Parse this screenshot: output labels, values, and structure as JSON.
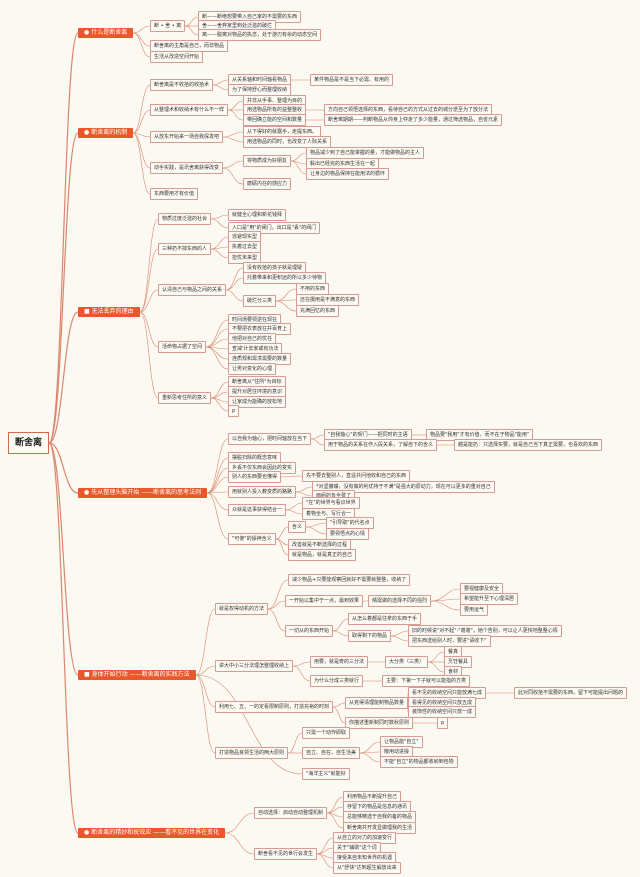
{
  "root": "断舍离",
  "nodes": [
    {
      "id": "b1",
      "text": "什么是断舍离",
      "main": true,
      "icon": "circle-icon"
    },
    {
      "id": "b1a",
      "text": "断 • 舍 • 离"
    },
    {
      "id": "b1a1",
      "text": "断——断绝想要带入自己家的不需要的东西"
    },
    {
      "id": "b1a2",
      "text": "舍——舍弃家里到处泛滥的破烂"
    },
    {
      "id": "b1a3",
      "text": "离——脱离对物品的执念，处于游刃有余的动态空间"
    },
    {
      "id": "b1b",
      "text": "断舍离的主角是自己，而非物品"
    },
    {
      "id": "b1c",
      "text": "生活从改造空间开始"
    },
    {
      "id": "b2",
      "text": "断舍离的机制",
      "main": true,
      "icon": "globe-icon"
    },
    {
      "id": "b2a",
      "text": "断舍离是不收拾的收拾术"
    },
    {
      "id": "b2a1",
      "text": "从关系轴和时间轴看物品"
    },
    {
      "id": "b2a1a",
      "text": "某件物品是不是当下必需、有用的"
    },
    {
      "id": "b2a2",
      "text": "为了保持舒心而整理收纳"
    },
    {
      "id": "b2b",
      "text": "从整理术和收纳术有什么不一样"
    },
    {
      "id": "b2b1",
      "text": "并非从手事、整理为目的"
    },
    {
      "id": "b2b2",
      "text": "用选物品所有的益整整收"
    },
    {
      "id": "b2b2a",
      "text": "方向自己领悟选择的东西，看待自己的方式从过去的城分迭至为了放分法"
    },
    {
      "id": "b2b3",
      "text": "带回确立能的空间和数量"
    },
    {
      "id": "b2b3a",
      "text": "断舍离期期——判断物品从你身上夺走了多少能量，通过筛选物品，自省元素"
    },
    {
      "id": "b2c",
      "text": "从放东开始来一场自我探发吧"
    },
    {
      "id": "b2c1",
      "text": "从下得好的就露手，走提东西。"
    },
    {
      "id": "b2c2",
      "text": "用选物品的同时，也改变了人际关系"
    },
    {
      "id": "b2d",
      "text": "动手实践，是讯舍离获得改变"
    },
    {
      "id": "b2d1",
      "text": "将物质成为好朋友"
    },
    {
      "id": "b2d1a",
      "text": "物品减少到了自己能掌握的量，才能做物品的主人"
    },
    {
      "id": "b2d1b",
      "text": "躲出已经完的东西生活在一起"
    },
    {
      "id": "b2d1c",
      "text": "让身边的物品保持在能用法的循环"
    },
    {
      "id": "b2d2",
      "text": "磨砺内在的感应力"
    },
    {
      "id": "b2e",
      "text": "东西要用才有价值"
    },
    {
      "id": "b3",
      "text": "无法丢弃的理由",
      "main": true,
      "icon": "square-icon"
    },
    {
      "id": "b3a",
      "text": "物质过度泛滥的社会"
    },
    {
      "id": "b3a1",
      "text": "就健全心理和新花钱拜"
    },
    {
      "id": "b3a2",
      "text": "入口是\"用\"的阀门，出口是\"丢\"的阀门"
    },
    {
      "id": "b3b",
      "text": "三种扔不掉东西的人"
    },
    {
      "id": "b3b1",
      "text": "逃避现实型"
    },
    {
      "id": "b3b2",
      "text": "执着过去型"
    },
    {
      "id": "b3b3",
      "text": "担忧未来型"
    },
    {
      "id": "b3c",
      "text": "认清自己与物品之间的关系"
    },
    {
      "id": "b3c1",
      "text": "没有收拾的孩子就是理疑"
    },
    {
      "id": "b3c2",
      "text": "托着带来和更积远的所以多少待物"
    },
    {
      "id": "b3c3",
      "text": "破烂分三类"
    },
    {
      "id": "b3c3a",
      "text": "不用的东西"
    },
    {
      "id": "b3c3b",
      "text": "还在摄用是不满意的东西"
    },
    {
      "id": "b3c3c",
      "text": "充满回忆的东西"
    },
    {
      "id": "b3d",
      "text": "活命物占据了空间"
    },
    {
      "id": "b3d1",
      "text": "时间场要领逆在现在"
    },
    {
      "id": "b3d2",
      "text": "不要把衣表放在并百育上"
    },
    {
      "id": "b3d3",
      "text": "他把对自己的忧任"
    },
    {
      "id": "b3d4",
      "text": "查减'计去家或有功法"
    },
    {
      "id": "b3d5",
      "text": "连质规和需求需要的数量"
    },
    {
      "id": "b3d6",
      "text": "让男对变化的心理"
    },
    {
      "id": "b3e",
      "text": "重新思考住所的意义"
    },
    {
      "id": "b3e1",
      "text": "断舍离从\"住所\"为目标"
    },
    {
      "id": "b3e2",
      "text": "提升对居住环境的意识"
    },
    {
      "id": "b3e3",
      "text": "让家成为能确的放松地"
    },
    {
      "id": "b3e4",
      "text": "p"
    },
    {
      "id": "b4",
      "text": "先从整理头脑开始 ——断舍离的思考法则",
      "main": true,
      "icon": "globe-icon"
    },
    {
      "id": "b4a",
      "text": "以自我为轴心，把时间轴放在当下"
    },
    {
      "id": "b4a1",
      "text": "\"自我轴心\"的契门——把同时的主语"
    },
    {
      "id": "b4a1a",
      "text": "物品要\"我用\"才有价值，而不在于物品\"能用\""
    },
    {
      "id": "b4a2",
      "text": "用于物品的关系在作入段关系，了解自下的含义"
    },
    {
      "id": "b4a2a",
      "text": "越是能扔：只选择实要，就是自己当下真正需要，也喜欢的东西"
    },
    {
      "id": "b4b",
      "text": "摆脱扫除的概念意味"
    },
    {
      "id": "b4c",
      "text": "乡丢不仅东西会因此的变实"
    },
    {
      "id": "b4d",
      "text": "别人的东西要也懂得"
    },
    {
      "id": "b4d1",
      "text": "先不要去整别人，直遥共问他收和自己的东西"
    },
    {
      "id": "b4e",
      "text": "用就别人投入教变质的路路"
    },
    {
      "id": "b4e1",
      "text": "*对坚撒嘴，没有做的利优持于不满\"是强大的原动力，现在可以更多的重对自己"
    },
    {
      "id": "b4e2",
      "text": "面组的负全费了"
    },
    {
      "id": "b4f",
      "text": "众就是这事获得结合一"
    },
    {
      "id": "b4f1",
      "text": "\"在\"的世界与看识世界"
    },
    {
      "id": "b4f2",
      "text": "着物全与、写行合一"
    },
    {
      "id": "b4g",
      "text": "\"可使\"的操神含义"
    },
    {
      "id": "b4g1",
      "text": "含义"
    },
    {
      "id": "b4g1a",
      "text": "\"引导取\"的代名点"
    },
    {
      "id": "b4g1b",
      "text": "要领悟点的心情"
    },
    {
      "id": "b4g2",
      "text": "改善就是不断选择的过程"
    },
    {
      "id": "b4g3",
      "text": "就是物品，就是真正的自己"
    },
    {
      "id": "b5",
      "text": "身体开始行动 ——断舍离的实践方法",
      "main": true,
      "icon": "square-icon"
    },
    {
      "id": "b5a",
      "text": "就是权得动机的方法"
    },
    {
      "id": "b5a1",
      "text": "减少物品+只要能观察回就好不需要就整整，收纳了"
    },
    {
      "id": "b5a2",
      "text": "一开始以集中于一点，最到效果"
    },
    {
      "id": "b5a2a",
      "text": "晴需做的选择不同的强烈"
    },
    {
      "id": "b5a2a1",
      "text": "要视健康及安全"
    },
    {
      "id": "b5a2a2",
      "text": "希望能升至下心理深居"
    },
    {
      "id": "b5a2a3",
      "text": "要用运气"
    },
    {
      "id": "b5a3",
      "text": "一切从的东西开始"
    },
    {
      "id": "b5a3a",
      "text": "从怎么着都是往拿的东西于手"
    },
    {
      "id": "b5a3b",
      "text": "取得剩下的物品"
    },
    {
      "id": "b5a3b1",
      "text": "旧的时候说\"对不起\"·\"谢谢\"，她个告别，可以让人更快地整整心情"
    },
    {
      "id": "b5a3b2",
      "text": "把东西送给别人时，要进\"请收下\""
    },
    {
      "id": "b5b",
      "text": "讲大中小三分法理怎整理收纳上"
    },
    {
      "id": "b5b1",
      "text": "用要，就是奇的三分法"
    },
    {
      "id": "b5b1a",
      "text": "大分类（三类）"
    },
    {
      "id": "b5b1a1",
      "text": "餐真"
    },
    {
      "id": "b5b1a2",
      "text": "烹饪餐具"
    },
    {
      "id": "b5b1a3",
      "text": "食材"
    },
    {
      "id": "b5b2",
      "text": "为什么分成三类就行"
    },
    {
      "id": "b5b2a",
      "text": "主要：下第一下子就可以能指的方类"
    },
    {
      "id": "b5c",
      "text": "利用七、五、一的定看限制原则，打造充裕的时刻"
    },
    {
      "id": "b5c1",
      "text": "从克得清理能制物品数量"
    },
    {
      "id": "b5c1a",
      "text": "看不见的收纳空间只能放满七成"
    },
    {
      "id": "b5c1a1",
      "text": "此对同收拾不需要的东西，留下可能提出问题的"
    },
    {
      "id": "b5c1b",
      "text": "看得见的收纳空间只放五成"
    },
    {
      "id": "b5c1c",
      "text": "装饰性的收纳空间只放一成"
    },
    {
      "id": "b5c2",
      "text": "你描述重新制同时数秋原则"
    },
    {
      "id": "b5c2a",
      "text": "p"
    },
    {
      "id": "b5d",
      "text": "打造物品良领生活的两大原则"
    },
    {
      "id": "b5d1",
      "text": "只需一个动作即取"
    },
    {
      "id": "b5d2",
      "text": "自立、自在、自生活美"
    },
    {
      "id": "b5d2a",
      "text": "让物品能\"自立\""
    },
    {
      "id": "b5d2b",
      "text": "散用动进操"
    },
    {
      "id": "b5d2c",
      "text": "不能\"自立\"的物品都收纳到包物"
    },
    {
      "id": "b5e",
      "text": "\"海洋主义\"就能好"
    },
    {
      "id": "b6",
      "text": "断舍离的精妙和祝效应 ——看不见的世界在变化",
      "main": true,
      "icon": "globe-icon"
    },
    {
      "id": "b6a",
      "text": "自动选择：启动自动整理机制"
    },
    {
      "id": "b6a1",
      "text": "利用物品不断提升自己"
    },
    {
      "id": "b6a2",
      "text": "存留下的物品是信息的通讯"
    },
    {
      "id": "b6a3",
      "text": "总能够精选于自我的备的物品"
    },
    {
      "id": "b6a4",
      "text": "断舍离共开发显做理我的生活"
    },
    {
      "id": "b6b",
      "text": "断舍看不见的世行会发生"
    },
    {
      "id": "b6b1",
      "text": "从自立的对力的加速变行"
    },
    {
      "id": "b6b2",
      "text": "关于\"辅助\"这个词"
    },
    {
      "id": "b6b3",
      "text": "接受来自未知世界的机遇"
    },
    {
      "id": "b6b4",
      "text": "从\"舒快\"达到超生解放出来"
    }
  ],
  "colors": {
    "main_bg": "#e8582a",
    "border": "#d79b94",
    "line": "#d9876f",
    "background": "#fbf9f1"
  }
}
